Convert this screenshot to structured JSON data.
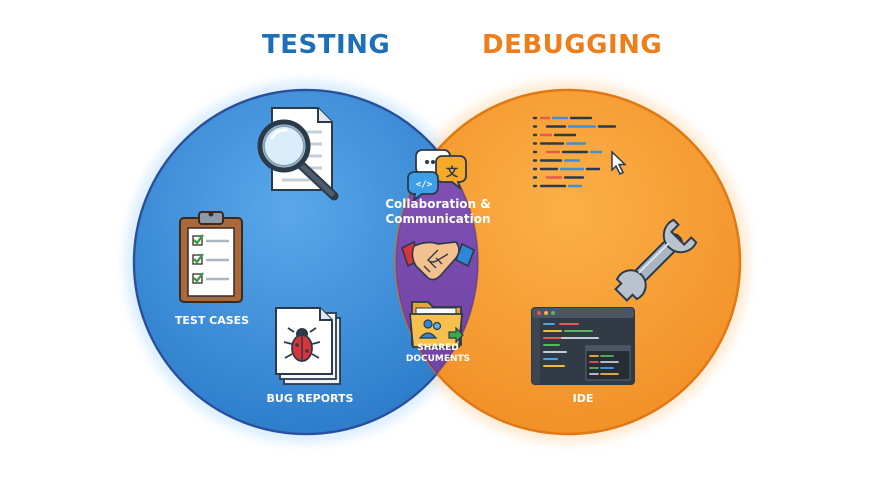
{
  "titles": {
    "left": "TESTING",
    "right": "DEBUGGING"
  },
  "left": {
    "labels": {
      "test_cases": "TEST CASES",
      "bug_reports": "BUG REPORTS"
    }
  },
  "center": {
    "collab_line1": "Collaboration &",
    "collab_line2": "Communication",
    "shared_line1": "SHARED",
    "shared_line2": "DOCUMENTS"
  },
  "right": {
    "labels": {
      "ide": "IDE"
    }
  },
  "colors": {
    "testing": "#1d6fb8",
    "debugging": "#ee7d1a",
    "overlap": "#7d4fb0"
  }
}
